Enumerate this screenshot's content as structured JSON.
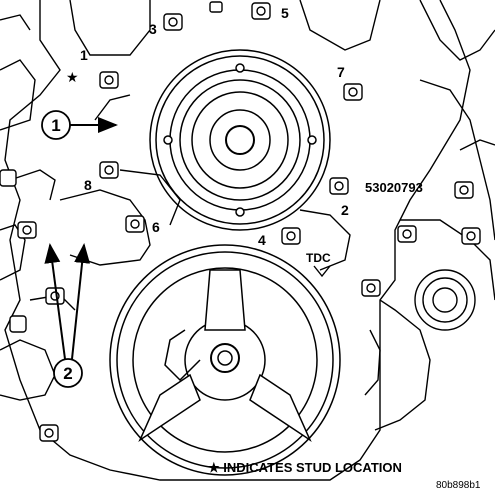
{
  "callouts": [
    {
      "id": "1",
      "label": "1"
    },
    {
      "id": "2",
      "label": "2"
    },
    {
      "id": "3",
      "label": "3"
    },
    {
      "id": "4",
      "label": "4"
    },
    {
      "id": "5",
      "label": "5"
    },
    {
      "id": "6",
      "label": "6"
    },
    {
      "id": "7",
      "label": "7"
    },
    {
      "id": "8",
      "label": "8"
    }
  ],
  "ref_callouts": {
    "one": "1",
    "two": "2"
  },
  "part_number": "53020793",
  "tdc_label": "TDC",
  "star_symbol": "★",
  "legend_text": "★ INDICATES STUD LOCATION",
  "figure_code": "80b898b1",
  "colors": {
    "line": "#000000",
    "background": "#ffffff"
  }
}
